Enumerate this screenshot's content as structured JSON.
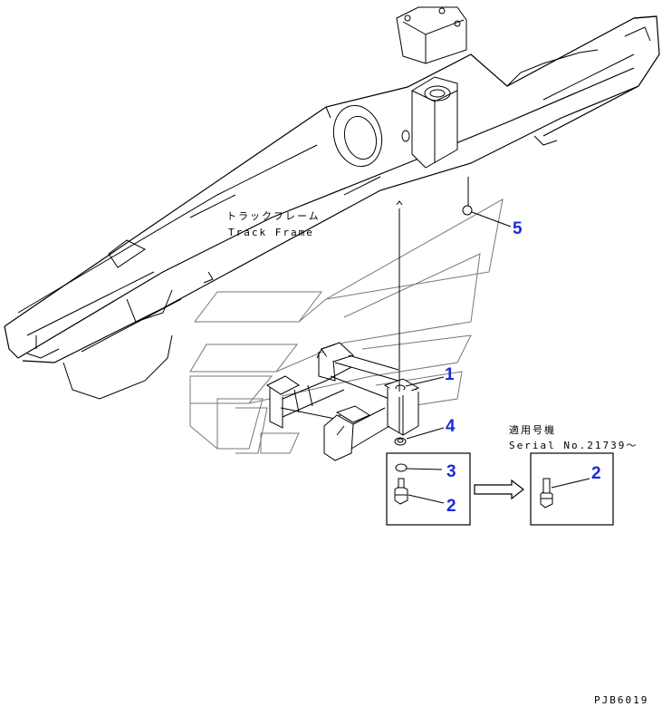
{
  "labels": {
    "track_frame_jp": "トラックフレーム",
    "track_frame_en": "Track Frame",
    "serial_jp": "適用号機",
    "serial_en": "Serial No.21739～",
    "drawing_code": "PJB6019"
  },
  "callouts": [
    {
      "id": "1",
      "text": "1"
    },
    {
      "id": "2",
      "text": "2"
    },
    {
      "id": "3",
      "text": "3"
    },
    {
      "id": "4",
      "text": "4"
    },
    {
      "id": "5",
      "text": "5"
    },
    {
      "id": "2b",
      "text": "2"
    }
  ],
  "colors": {
    "line": "#000000",
    "callout": "#1c2ad6",
    "shadow_lines": "#777777"
  }
}
